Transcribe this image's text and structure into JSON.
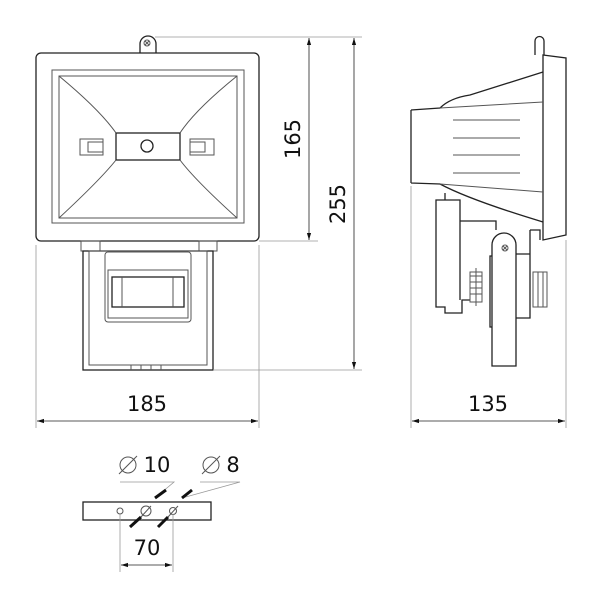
{
  "dimensions": {
    "front_height_body": "165",
    "front_height_total": "255",
    "front_width": "185",
    "side_depth": "135",
    "hole_large": "10",
    "hole_small": "8",
    "hole_spacing": "70"
  },
  "icons": {
    "diameter": "diameter-symbol"
  }
}
